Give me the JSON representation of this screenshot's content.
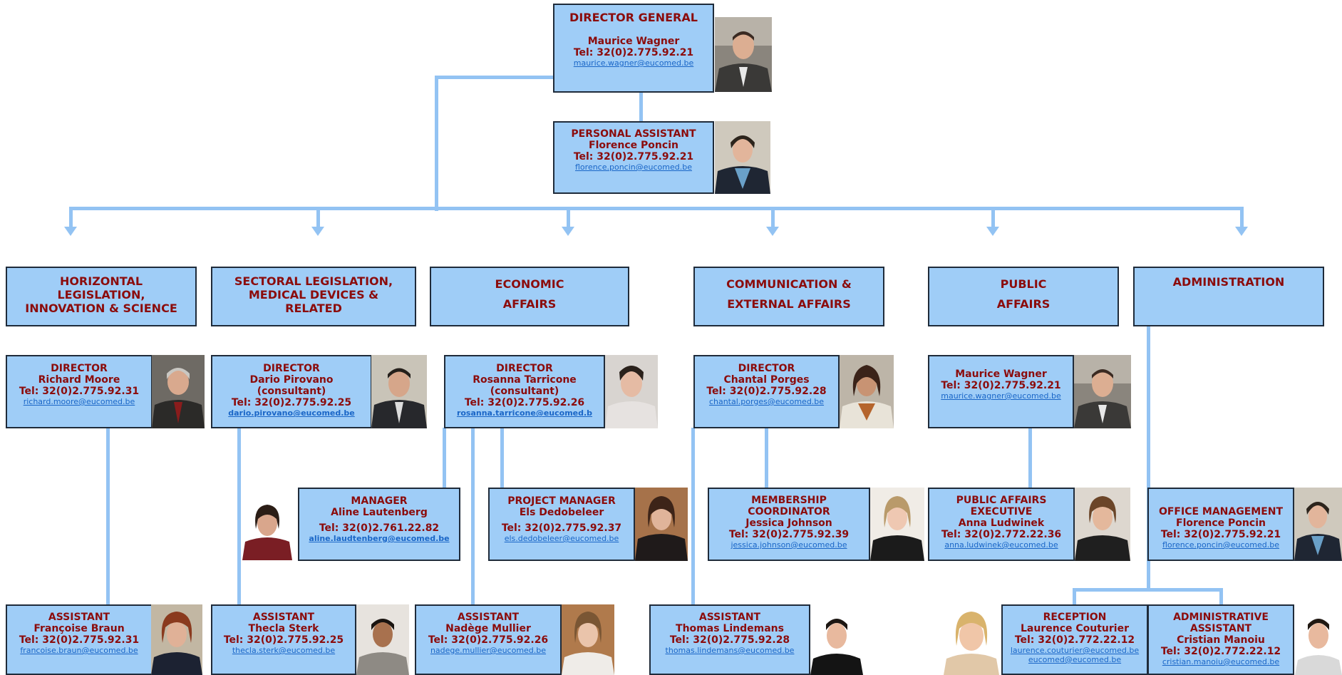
{
  "colors": {
    "box_fill": "#9fcdf7",
    "text": "#8b0c0c",
    "link": "#1a66c7",
    "connector": "#93c3f3"
  },
  "dg": {
    "title": "DIRECTOR GENERAL",
    "name": "Maurice Wagner",
    "tel": "Tel: 32(0)2.775.92.21",
    "email": "maurice.wagner@eucomed.be"
  },
  "pa": {
    "title": "PERSONAL ASSISTANT",
    "name": "Florence Poncin",
    "tel": "Tel: 32(0)2.775.92.21",
    "email": "florence.poncin@eucomed.be"
  },
  "departments": [
    {
      "lines": [
        "HORIZONTAL",
        "LEGISLATION,",
        "INNOVATION & SCIENCE"
      ]
    },
    {
      "lines": [
        "SECTORAL LEGISLATION,",
        "MEDICAL DEVICES &",
        "RELATED"
      ]
    },
    {
      "lines": [
        "ECONOMIC",
        "AFFAIRS"
      ]
    },
    {
      "lines": [
        "COMMUNICATION &",
        "EXTERNAL AFFAIRS"
      ]
    },
    {
      "lines": [
        "PUBLIC",
        "AFFAIRS"
      ]
    },
    {
      "lines": [
        "ADMINISTRATION"
      ]
    }
  ],
  "directors": [
    {
      "title": "DIRECTOR",
      "name": "Richard Moore",
      "tel": "Tel: 32(0)2.775.92.31",
      "email": "richard.moore@eucomed.be"
    },
    {
      "title": "DIRECTOR",
      "name": "Dario Pirovano",
      "note": "(consultant)",
      "tel": "Tel: 32(0)2.775.92.25",
      "email": "dario.pirovano@eucomed.be"
    },
    {
      "title": "DIRECTOR",
      "name": "Rosanna Tarricone",
      "note": "(consultant)",
      "tel": "Tel: 32(0)2.775.92.26",
      "email": "rosanna.tarricone@eucomed.b"
    },
    {
      "title": "DIRECTOR",
      "name": "Chantal Porges",
      "tel": "Tel: 32(0)2.775.92.28",
      "email": "chantal.porges@eucomed.be"
    },
    {
      "name": "Maurice Wagner",
      "tel": "Tel: 32(0)2.775.92.21",
      "email": "maurice.wagner@eucomed.be"
    }
  ],
  "middle": [
    {
      "title": "MANAGER",
      "name": "Aline Lautenberg",
      "tel": "Tel: 32(0)2.761.22.82",
      "email": "aline.laudtenberg@eucomed.be"
    },
    {
      "title": "PROJECT MANAGER",
      "name": "Els Dedobeleer",
      "tel": "Tel: 32(0)2.775.92.37",
      "email": "els.dedobeleer@eucomed.be"
    },
    {
      "title": "MEMBERSHIP",
      "title2": "COORDINATOR",
      "name": "Jessica Johnson",
      "tel": "Tel: 32(0)2.775.92.39",
      "email": "jessica.johnson@eucomed.be"
    },
    {
      "title": "PUBLIC AFFAIRS",
      "title2": "EXECUTIVE",
      "name": "Anna Ludwinek",
      "tel": "Tel: 32(0)2.772.22.36",
      "email": "anna.ludwinek@eucomed.be"
    },
    {
      "title": "OFFICE MANAGEMENT",
      "name": "Florence Poncin",
      "tel": "Tel: 32(0)2.775.92.21",
      "email": "florence.poncin@eucomed.be"
    }
  ],
  "assistants": [
    {
      "title": "ASSISTANT",
      "name": "Françoise Braun",
      "tel": "Tel: 32(0)2.775.92.31",
      "email": "francoise.braun@eucomed.be"
    },
    {
      "title": "ASSISTANT",
      "name": "Thecla Sterk",
      "tel": "Tel: 32(0)2.775.92.25",
      "email": "thecla.sterk@eucomed.be"
    },
    {
      "title": "ASSISTANT",
      "name": "Nadège Mullier",
      "tel": "Tel: 32(0)2.775.92.26",
      "email": "nadege.mullier@eucomed.be"
    },
    {
      "title": "ASSISTANT",
      "name": "Thomas Lindemans",
      "tel": "Tel: 32(0)2.775.92.28",
      "email": "thomas.lindemans@eucomed.be"
    },
    {
      "title": "RECEPTION",
      "name": "Laurence Couturier",
      "tel": "Tel: 32(0)2.772.22.12",
      "email": "laurence.couturier@eucomed.be",
      "email2": "eucomed@eucomed.be"
    },
    {
      "title": "ADMINISTRATIVE",
      "title2": "ASSISTANT",
      "name": "Cristian Manoiu",
      "tel": "Tel: 32(0)2.772.22.12",
      "email": "cristian.manoiu@eucomed.be"
    }
  ]
}
